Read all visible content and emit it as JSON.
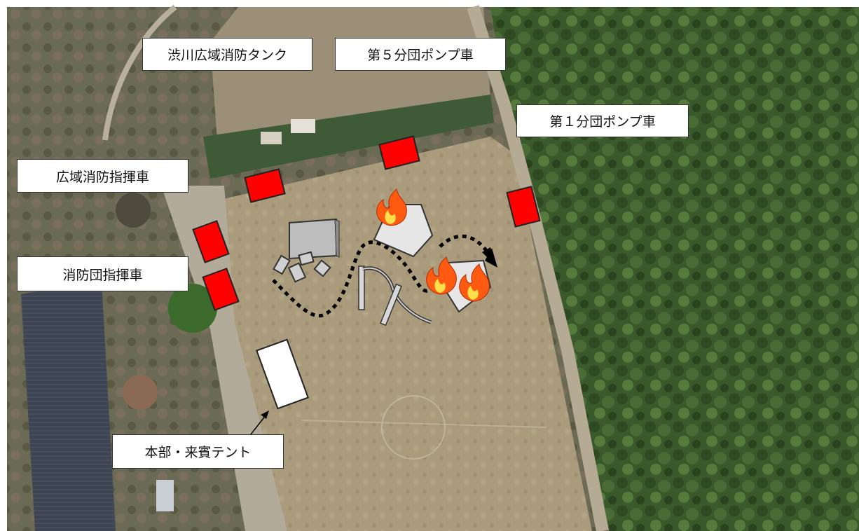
{
  "labels": {
    "tank": "渋川広域消防タンク",
    "pump5": "第５分団ポンプ車",
    "pump1": "第１分団ポンプ車",
    "koiki_cmd": "広域消防指揮車",
    "shobodan_cmd": "消防団指揮車",
    "tent": "本部・来賓テント"
  },
  "colors": {
    "vehicle": "#ff0000",
    "field": "#a99b79",
    "forest": "#3c5a2a",
    "road": "#b8ad96",
    "fire": "#ff4a0a"
  },
  "icons": [
    "fire-icon",
    "fire-truck-marker",
    "tent-marker",
    "route-arrow"
  ]
}
